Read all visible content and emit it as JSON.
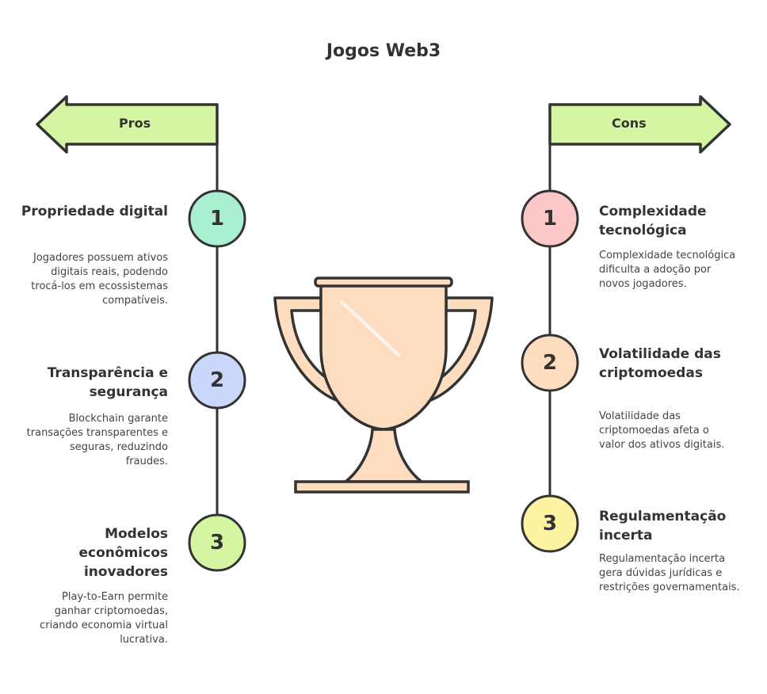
{
  "title": "Jogos Web3",
  "colors": {
    "arrow": "#d6f5a3",
    "outline": "#333333",
    "trophy": "#fddcc0",
    "pros": [
      "#a9f0d1",
      "#c9d8fb",
      "#d6f5a3"
    ],
    "cons": [
      "#fbc7c7",
      "#fddcc0",
      "#fdf3a1"
    ]
  },
  "pros": {
    "label": "Pros",
    "items": [
      {
        "number": "1",
        "title": "Propriedade digital",
        "text": "Jogadores possuem ativos digitais reais, podendo trocá-los em ecossistemas compatíveis."
      },
      {
        "number": "2",
        "title": "Transparência e segurança",
        "text": "Blockchain garante transações transparentes e seguras, reduzindo fraudes."
      },
      {
        "number": "3",
        "title": "Modelos econômicos inovadores",
        "text": "Play-to-Earn permite ganhar criptomoedas, criando economia virtual lucrativa."
      }
    ]
  },
  "cons": {
    "label": "Cons",
    "items": [
      {
        "number": "1",
        "title": "Complexidade tecnológica",
        "text": "Complexidade tecnológica dificulta a adoção por novos jogadores."
      },
      {
        "number": "2",
        "title": "Volatilidade das criptomoedas",
        "text": "Volatilidade das criptomoedas afeta o valor dos ativos digitais."
      },
      {
        "number": "3",
        "title": "Regulamentação incerta",
        "text": "Regulamentação incerta gera dúvidas jurídicas e restrições governamentais."
      }
    ]
  },
  "icon": "trophy-icon"
}
